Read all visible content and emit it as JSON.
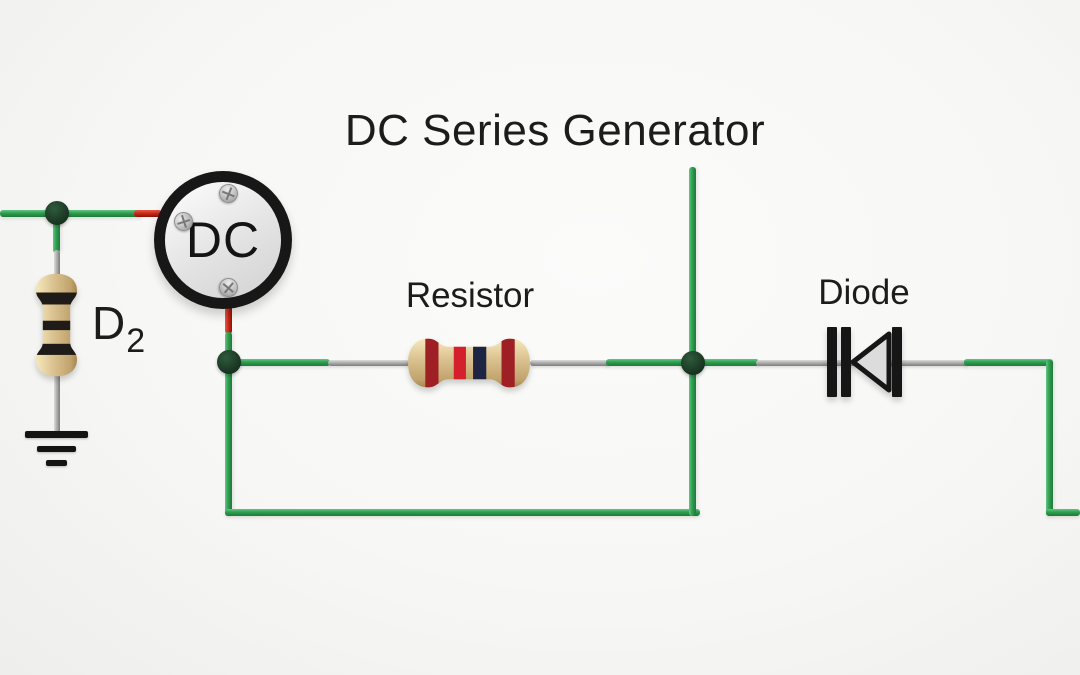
{
  "title": "DC Series Generator",
  "generator": {
    "label": "DC"
  },
  "labels": {
    "resistor": "Resistor",
    "diode": "Diode",
    "d2_base": "D",
    "d2_sub": "2"
  },
  "colors": {
    "background": "#f7f7f5",
    "wire_green": "#2f9e50",
    "wire_red": "#c8281a",
    "lead_gray": "#a6a6a6",
    "junction_dark": "#1d3b26",
    "resistor_body": "#dcc492",
    "band_dark_red": "#9e2025",
    "band_bright_red": "#d41f2c",
    "band_navy": "#1e2543",
    "band_black": "#1f1b18",
    "diode_fill": "#dcdcdc",
    "outline_black": "#161616",
    "text_black": "#1c1c1c"
  }
}
